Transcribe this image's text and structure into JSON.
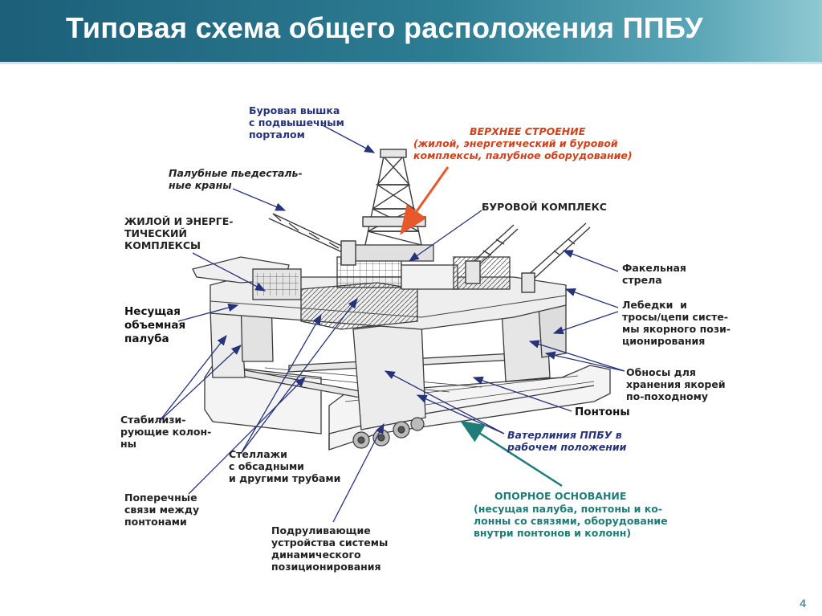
{
  "slide": {
    "title": "Типовая схема общего расположения ППБУ",
    "page_number": "4"
  },
  "labels": {
    "derrick": "Буровая вышка\nс подвышечным\nпорталом",
    "upper_structure_title": "ВЕРХНЕЕ СТРОЕНИЕ",
    "upper_structure_desc": "(жилой, энергетический и буровой\nкомплексы, палубное оборудование)",
    "deck_cranes": "Палубные пьедесталь-\nные краны",
    "drilling_complex": "БУРОВОЙ КОМПЛЕКС",
    "living_energy": "ЖИЛОЙ И ЭНЕРГЕ-\nТИЧЕСКИЙ\nКОМПЛЕКСЫ",
    "flare_boom": "Факельная\nстрела",
    "bearing_deck": "Несущая\nобъемная\nпалуба",
    "winches": "Лебедки  и\nтросы/цепи систе-\nмы якорного пози-\nционирования",
    "anchor_bolsters": "Обносы для\nхранения якорей\nпо-походному",
    "pontoons": "Понтоны",
    "stabilizing_columns": "Стабилизи-\nрующие колон-\nны",
    "waterline": "Ватерлиния ППБУ в\nрабочем положении",
    "pipe_racks": "Стеллажи\nс обсадными\nи другими трубами",
    "cross_braces": "Поперечные\nсвязи между\nпонтонами",
    "support_base_title": "ОПОРНОЕ ОСНОВАНИЕ",
    "support_base_desc": "(несущая палуба, понтоны и ко-\nлонны со связями, оборудование\nвнутри понтонов и колонн)",
    "thrusters": "Подруливающие\nустройства системы\nдинамического\nпозиционирования"
  },
  "colors": {
    "header_dark": "#1c5f79",
    "arrow_blue": "#26337a",
    "arrow_orange": "#e8582a",
    "arrow_teal": "#1f7d77",
    "drawing": "#3a3a3a"
  }
}
